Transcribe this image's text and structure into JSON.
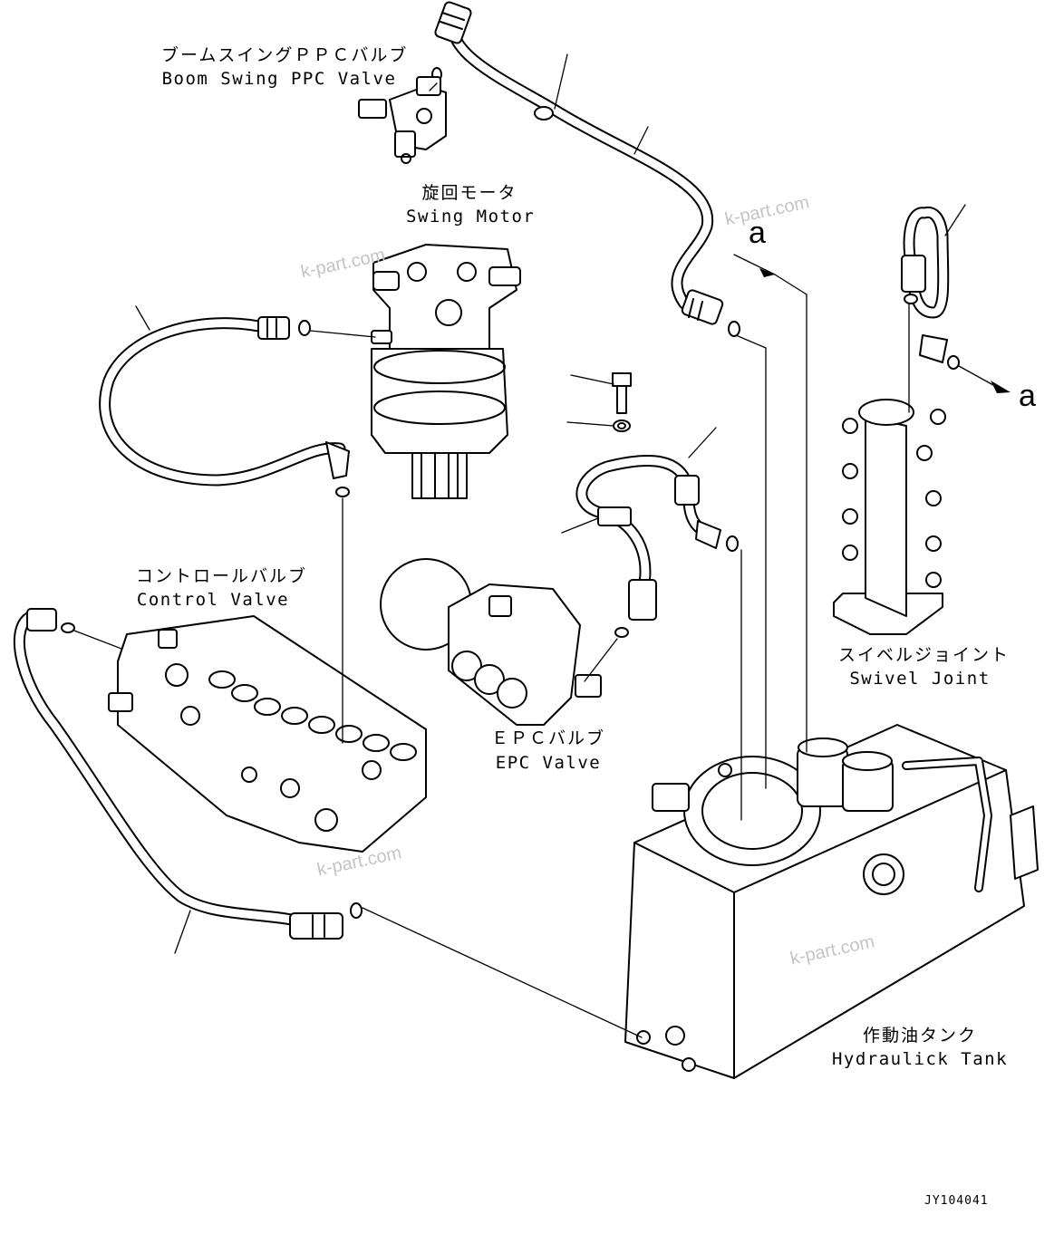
{
  "components": [
    {
      "id": "boom_swing",
      "jp": "ブームスイングＰＰＣバルブ",
      "en": "Boom Swing PPC Valve"
    },
    {
      "id": "swing_motor",
      "jp": "旋回モータ",
      "en": "Swing Motor"
    },
    {
      "id": "control_valve",
      "jp": "コントロールバルブ",
      "en": "Control Valve"
    },
    {
      "id": "epc_valve",
      "jp": "ＥＰＣバルブ",
      "en": "EPC Valve"
    },
    {
      "id": "swivel_joint",
      "jp": "スイベルジョイント",
      "en": "Swivel Joint"
    },
    {
      "id": "hydraulic_tank",
      "jp": "作動油タンク",
      "en": "Hydraulick Tank"
    }
  ],
  "ref_marks": {
    "connector_a_top": "a",
    "connector_a_right": "a"
  },
  "watermarks": [
    "k-part.com",
    "k-part.com",
    "k-part.com",
    "k-part.com"
  ],
  "drawing_code": "JY104041",
  "colors": {
    "line": "#000000",
    "watermark": "#c4c4c4",
    "background": "#ffffff"
  }
}
